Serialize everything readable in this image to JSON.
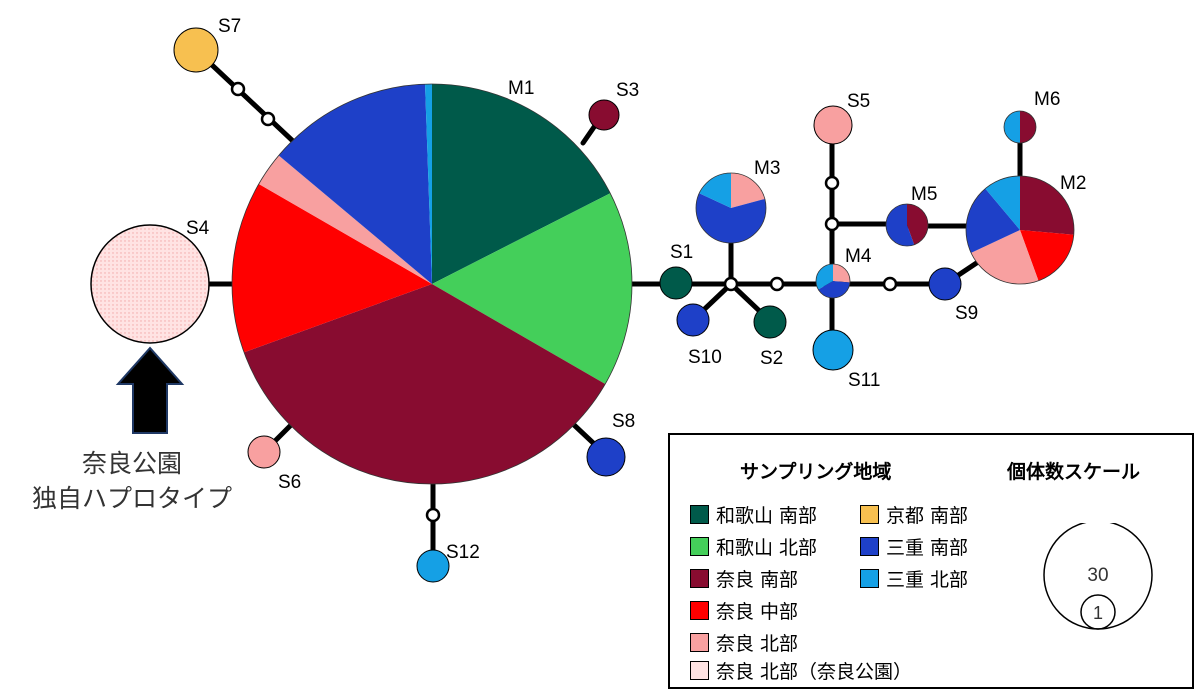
{
  "colors": {
    "wakayama_south": "#005A4A",
    "wakayama_north": "#44CF5A",
    "nara_south": "#880C30",
    "nara_central": "#FF0000",
    "nara_north": "#F8A0A0",
    "nara_north_park": "#FFE3E3",
    "kyoto_south": "#F7C050",
    "mie_south": "#1E40C8",
    "mie_north": "#15A0E5"
  },
  "nodes": {
    "M1": "M1",
    "M2": "M2",
    "M3": "M3",
    "M4": "M4",
    "M5": "M5",
    "M6": "M6",
    "S1": "S1",
    "S2": "S2",
    "S3": "S3",
    "S4": "S4",
    "S5": "S5",
    "S6": "S6",
    "S7": "S7",
    "S8": "S8",
    "S9": "S9",
    "S10": "S10",
    "S11": "S11",
    "S12": "S12"
  },
  "annotation": {
    "line1": "奈良公園",
    "line2": "独自ハプロタイプ"
  },
  "legend": {
    "region_title": "サンプリング地域",
    "scale_title": "個体数スケール",
    "items": [
      "和歌山 南部",
      "和歌山 北部",
      "奈良 南部",
      "奈良 中部",
      "奈良 北部",
      "奈良 北部（奈良公園）",
      "京都 南部",
      "三重 南部",
      "三重 北部"
    ],
    "scale_large": "30",
    "scale_small": "1"
  }
}
